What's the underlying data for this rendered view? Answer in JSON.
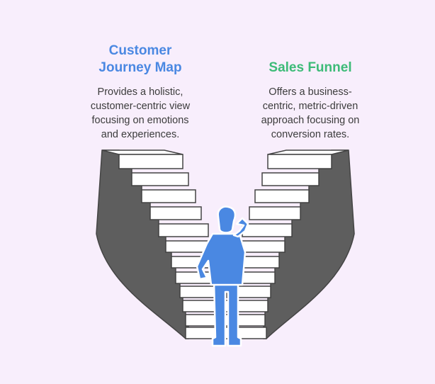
{
  "left_option": {
    "title": "Customer\nJourney Map",
    "description": "Provides a holistic,\ncustomer-centric view\nfocusing on emotions\nand experiences.",
    "color": "#4a88e2"
  },
  "right_option": {
    "title": "Sales Funnel",
    "description": "Offers a business-\ncentric, metric-driven\napproach focusing on\nconversion rates.",
    "color": "#3dbb78"
  },
  "colors": {
    "background": "#f8eefc",
    "stair_side": "#5e5e5e",
    "stair_top": "#ffffff",
    "stair_outline": "#444444",
    "person": "#4a88e2",
    "person_outline": "#ffffff"
  },
  "icons": {
    "figure": "person-thinking-icon"
  }
}
